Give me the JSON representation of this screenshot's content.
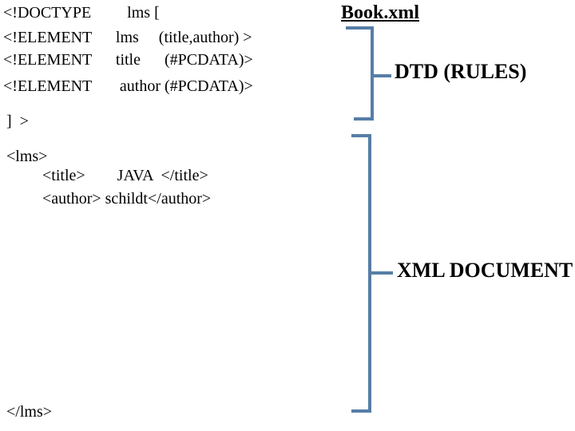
{
  "colors": {
    "background": "#ffffff",
    "text": "#000000",
    "bracket": "#567ea6"
  },
  "code": {
    "doctype_line": "<!DOCTYPE         lms [",
    "element_lms_line": "<!ELEMENT      lms     (title,author) >",
    "element_title_line": "<!ELEMENT      title      (#PCDATA)>",
    "element_author_line": "<!ELEMENT       author (#PCDATA)>",
    "dtd_close_line": "]  >",
    "lms_open_line": "<lms>",
    "title_line": "<title>        JAVA  </title>",
    "author_line": "<author> schildt</author>",
    "lms_close_line": "</lms>"
  },
  "annotations": {
    "file_title": "Book.xml",
    "dtd_label": "DTD (RULES)",
    "xml_label": "XML DOCUMENT"
  }
}
